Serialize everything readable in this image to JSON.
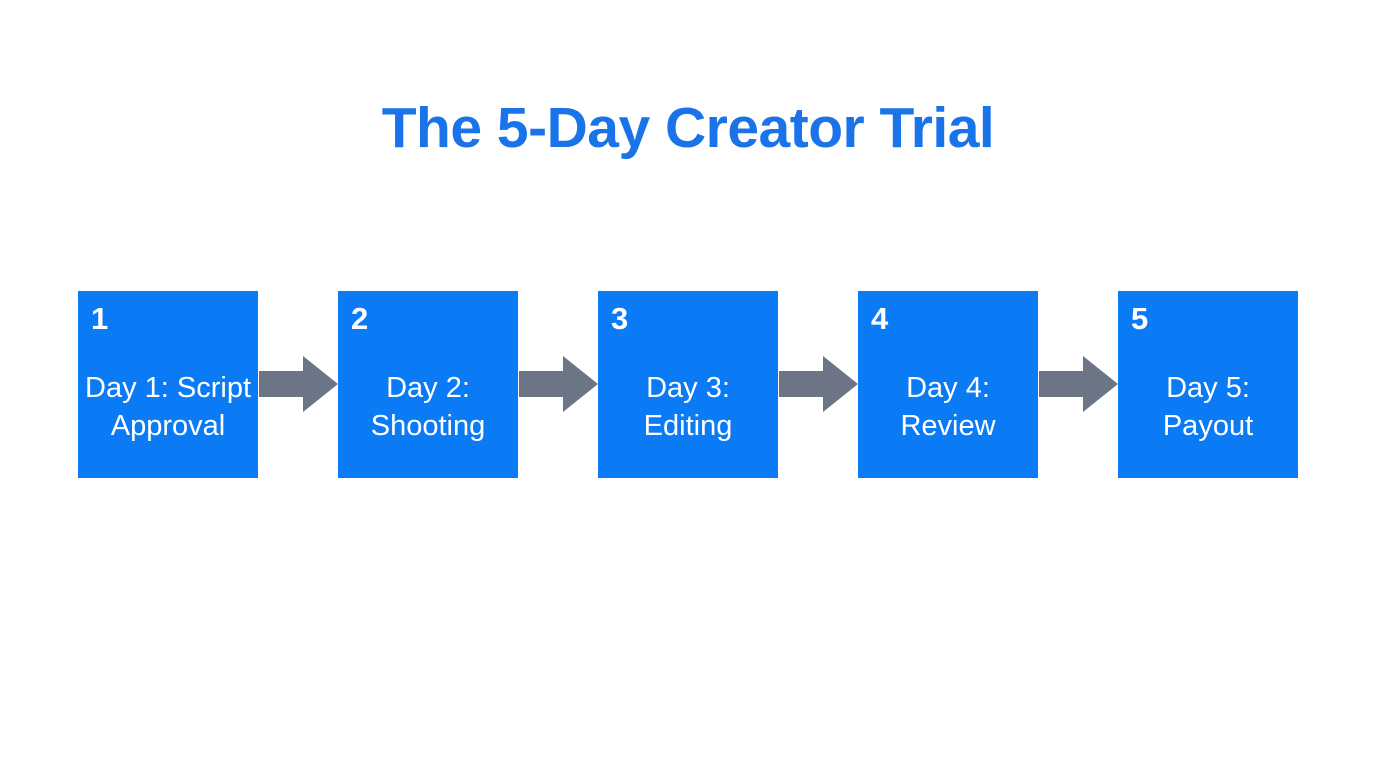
{
  "slide": {
    "title": "The 5-Day Creator Trial",
    "background_color": "#ffffff",
    "title_color": "#1a73e8",
    "box_color": "#0b7bf5",
    "box_text_color": "#ffffff",
    "arrow_color": "#6b7585"
  },
  "diagram_type": "horizontal-process-flow",
  "steps": [
    {
      "number": "1",
      "label": "Day 1: Script Approval"
    },
    {
      "number": "2",
      "label": "Day 2: Shooting"
    },
    {
      "number": "3",
      "label": "Day 3: Editing"
    },
    {
      "number": "4",
      "label": "Day 4: Review"
    },
    {
      "number": "5",
      "label": "Day 5: Payout"
    }
  ],
  "connectors": [
    {
      "icon": "arrow-right-icon"
    },
    {
      "icon": "arrow-right-icon"
    },
    {
      "icon": "arrow-right-icon"
    },
    {
      "icon": "arrow-right-icon"
    }
  ]
}
